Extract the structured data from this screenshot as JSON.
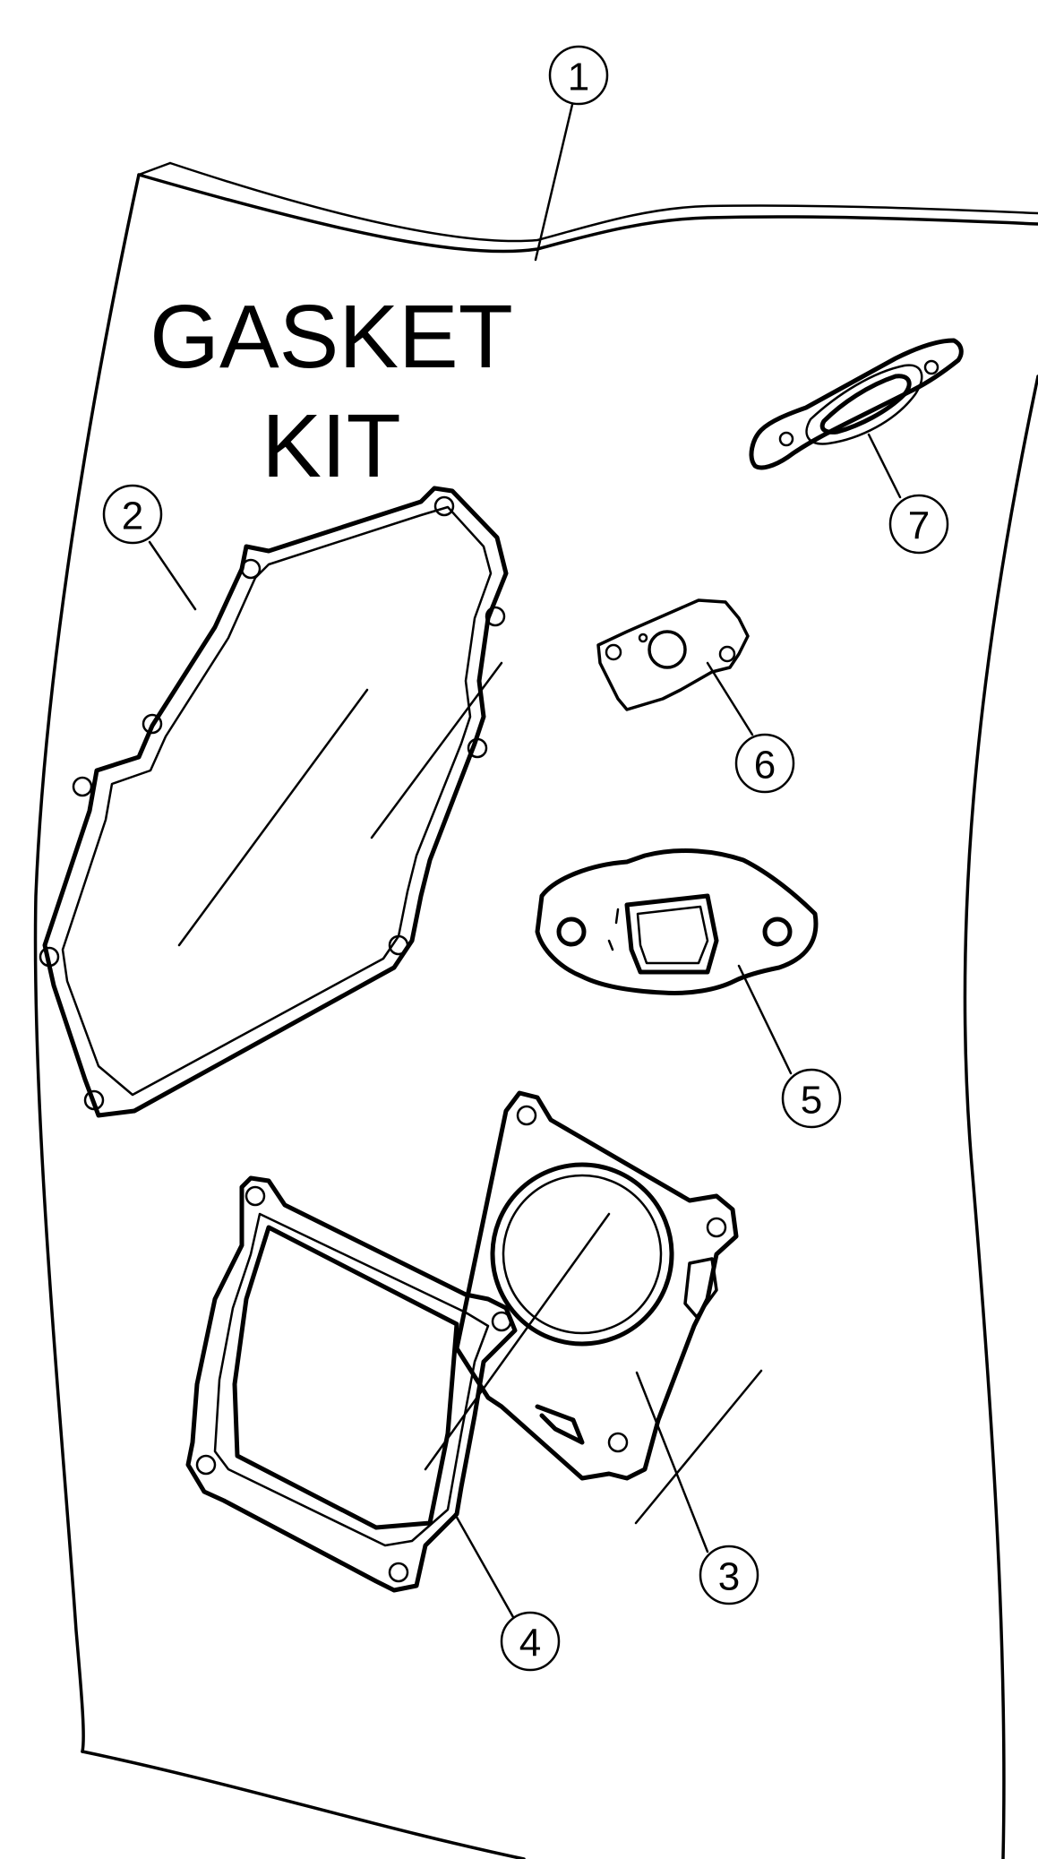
{
  "title": {
    "line1": "GASKET",
    "line2": "KIT"
  },
  "callouts": [
    {
      "id": "1",
      "part": "gasket-kit-package"
    },
    {
      "id": "2",
      "part": "crankcase-gasket"
    },
    {
      "id": "3",
      "part": "cylinder-head-gasket"
    },
    {
      "id": "4",
      "part": "valve-cover-gasket"
    },
    {
      "id": "5",
      "part": "exhaust-gasket"
    },
    {
      "id": "6",
      "part": "carburetor-gasket"
    },
    {
      "id": "7",
      "part": "intake-gasket"
    }
  ],
  "colors": {
    "ink": "#000000",
    "paper": "#ffffff"
  }
}
